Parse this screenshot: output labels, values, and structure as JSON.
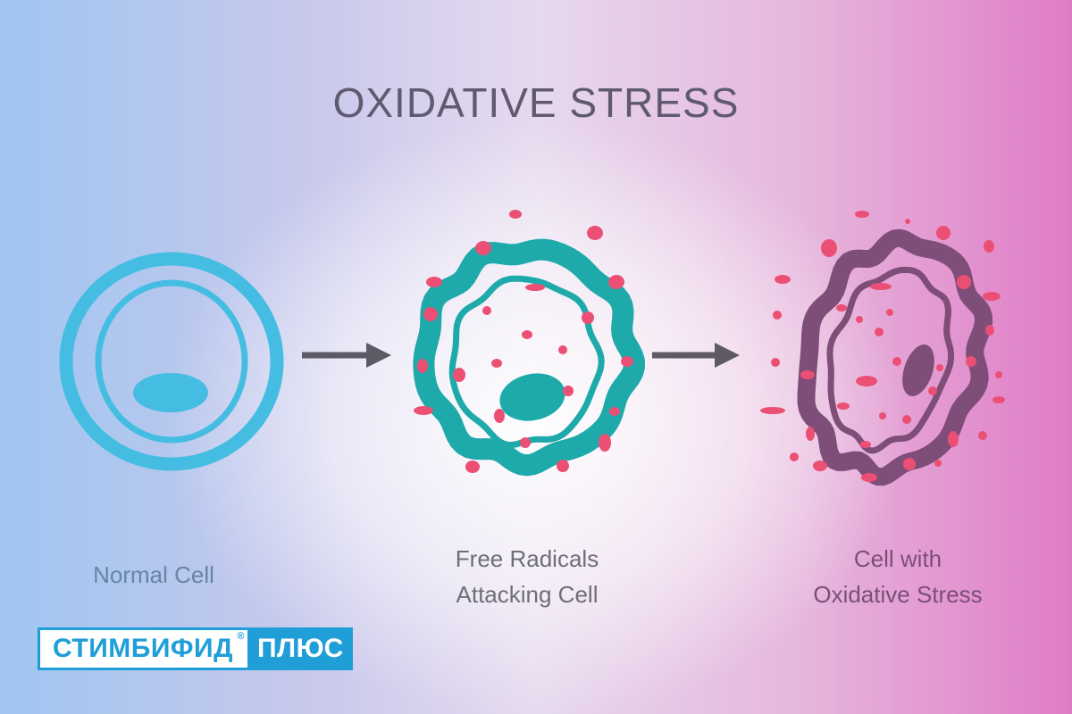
{
  "title": "OXIDATIVE STRESS",
  "stages": [
    {
      "caption_lines": [
        "Normal Cell"
      ],
      "icon": "normal-cell-icon",
      "color": "#45bde2"
    },
    {
      "caption_lines": [
        "Free Radicals",
        "Attacking Cell"
      ],
      "icon": "attacked-cell-icon",
      "color": "#1ea9aa"
    },
    {
      "caption_lines": [
        "Cell with",
        "Oxidative Stress"
      ],
      "icon": "stressed-cell-icon",
      "color": "#7e4d78"
    }
  ],
  "radical_color": "#ec4f74",
  "arrow_color": "#5d5a66",
  "logo": {
    "main": "СТИМБИФИД",
    "reg": "®",
    "plus": "ПЛЮС",
    "color": "#1f9ed8"
  }
}
